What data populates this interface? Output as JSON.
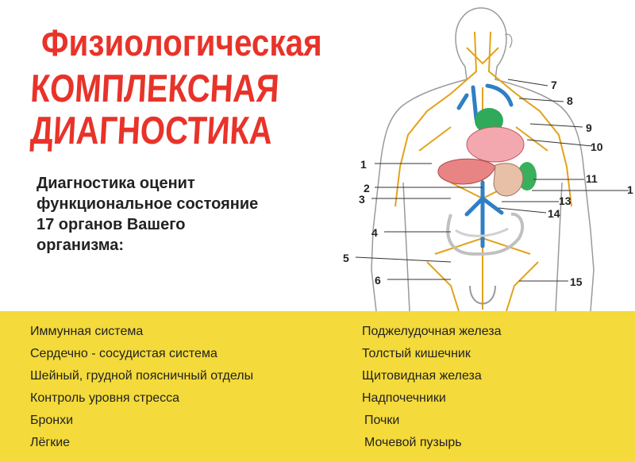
{
  "title": {
    "line1": "Физиологическая",
    "line2": "КОМПЛЕКСНАЯ",
    "line3": "ДИАГНОСТИКА"
  },
  "intro": {
    "line1": "Диагностика оценит",
    "line2": "функциональное состояние",
    "line3": "17 органов Вашего",
    "line4": "организма:"
  },
  "figure": {
    "labels": [
      "7",
      "8",
      "9",
      "10",
      "1",
      "11",
      "2",
      "1",
      "3",
      "13",
      "14",
      "4",
      "5",
      "6",
      "15"
    ]
  },
  "organs": {
    "left": [
      "Иммунная система",
      "Сердечно - сосудистая система",
      "Шейный, грудной поясничный отделы",
      "Контроль уровня стресса",
      "Бронхи",
      "Лёгкие"
    ],
    "right": [
      "Поджелудочная железа",
      "Толстый кишечник",
      "Щитовидная железа",
      "Надпочечники",
      "Почки",
      "Мочевой пузырь"
    ]
  },
  "colors": {
    "title": "#e8332a",
    "band": "#f4da3a",
    "body_outline": "#9a9a9a",
    "lymph": "#e2a21c",
    "vein": "#2f7fc4",
    "heart": "#2eaa5a",
    "liver": "#e47a7a",
    "spleen": "#3ab05c"
  }
}
